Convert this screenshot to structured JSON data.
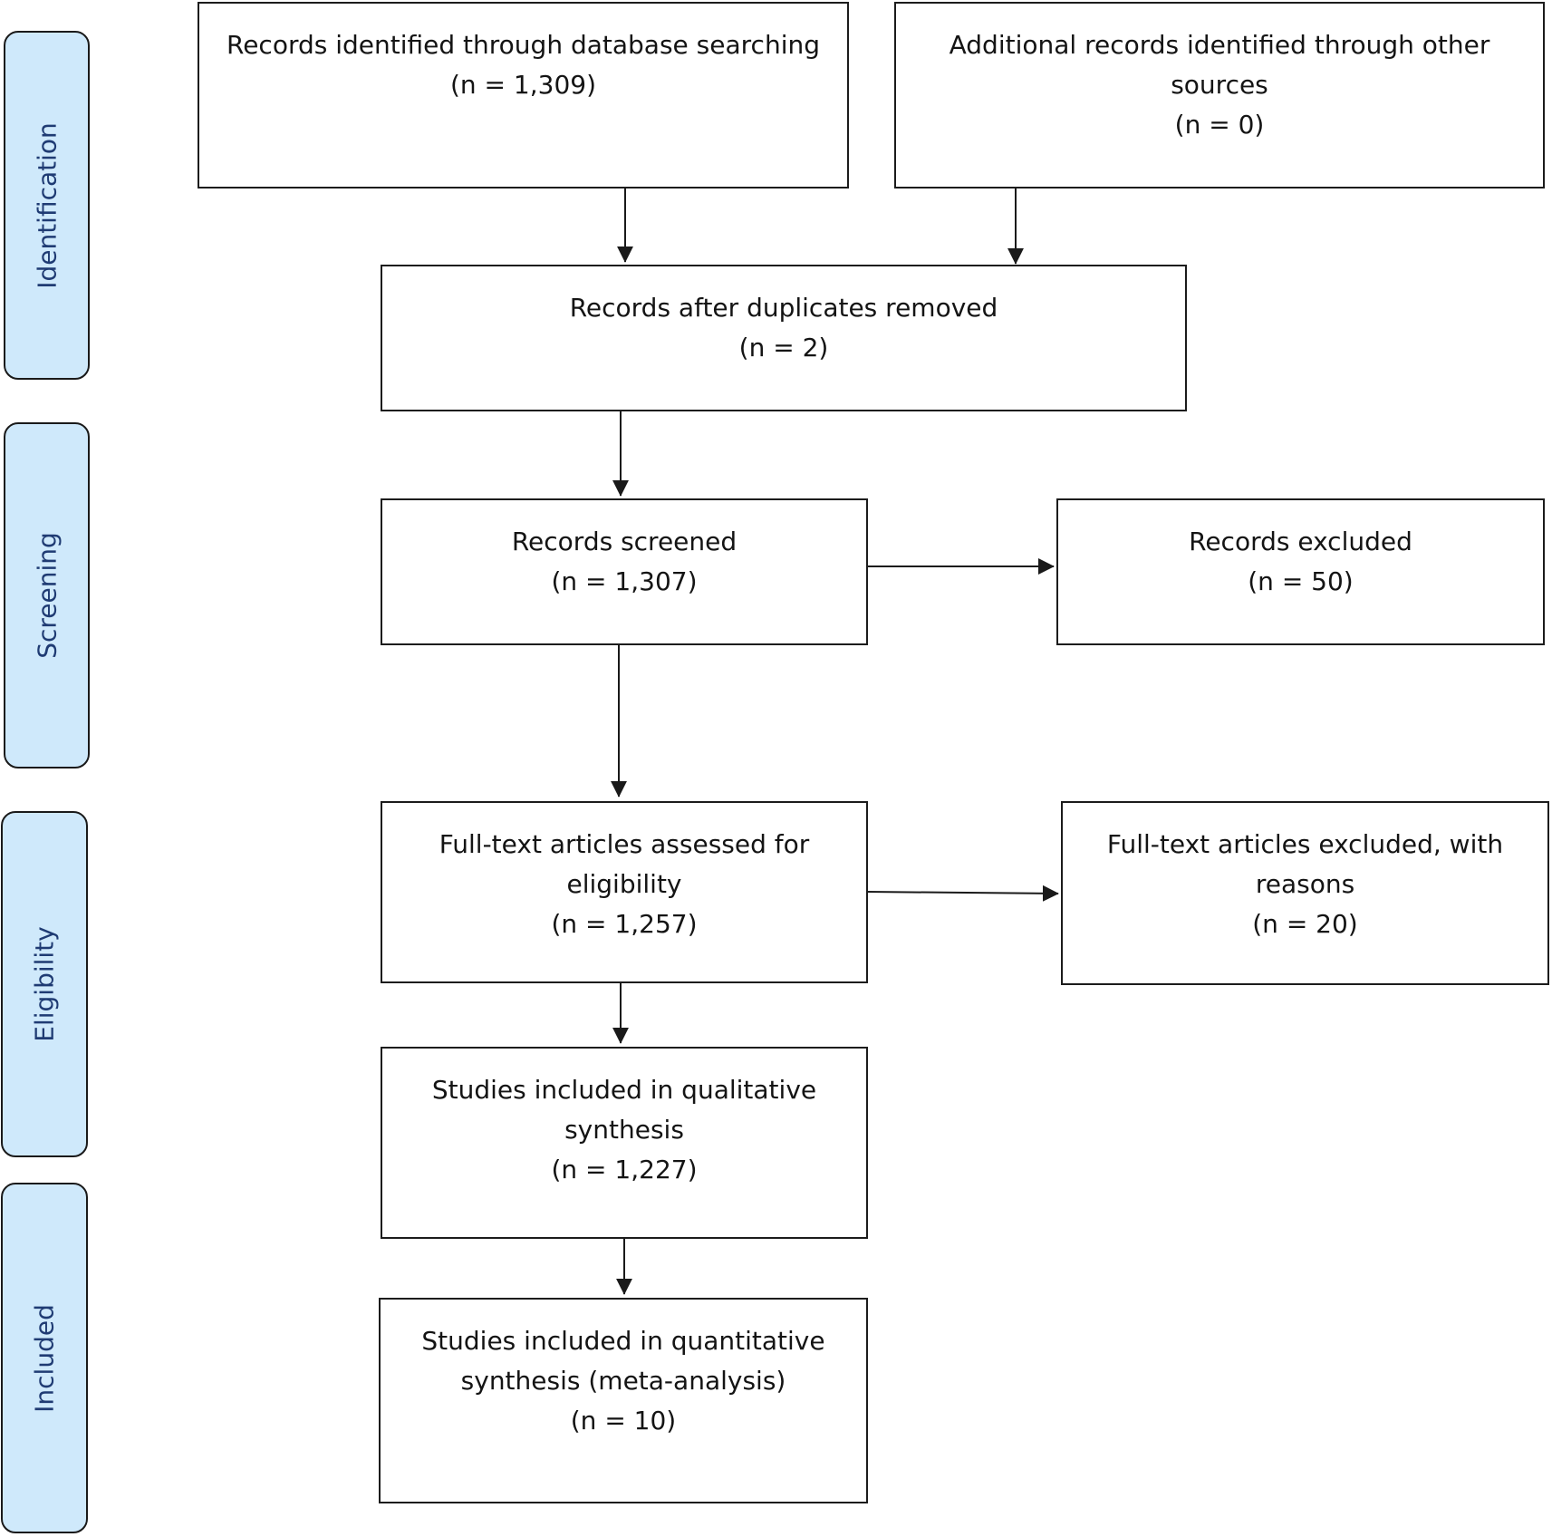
{
  "phases": {
    "identification": "Identification",
    "screening": "Screening",
    "eligibility": "Eligibility",
    "included": "Included"
  },
  "boxes": {
    "database_search": {
      "lines": [
        "Records identified  through database  searching",
        "(n = 1,309)"
      ]
    },
    "other_sources": {
      "lines": [
        "Additional  records identified  through other",
        "sources",
        "(n = 0)"
      ]
    },
    "duplicates_removed": {
      "lines": [
        "Records after duplicates  removed",
        "(n = 2)"
      ]
    },
    "screened": {
      "lines": [
        "Records screened",
        "(n = 1,307)"
      ]
    },
    "excluded": {
      "lines": [
        "Records excluded",
        "(n = 50)"
      ]
    },
    "fulltext_assessed": {
      "lines": [
        "Full-text  articles assessed  for",
        "eligibility",
        "(n = 1,257)"
      ]
    },
    "fulltext_excluded": {
      "lines": [
        "Full-text  articles excluded,  with",
        "reasons",
        "(n = 20)"
      ]
    },
    "qualitative": {
      "lines": [
        "Studies included  in qualitative",
        "synthesis",
        "(n = 1,227)"
      ]
    },
    "quantitative": {
      "lines": [
        "Studies included  in quantitative",
        "synthesis  (meta-analysis)",
        "(n = 10)"
      ]
    }
  },
  "colors": {
    "phase_fill": "#cfe9fb",
    "phase_text": "#1f3b73",
    "line": "#1a1a1a"
  }
}
